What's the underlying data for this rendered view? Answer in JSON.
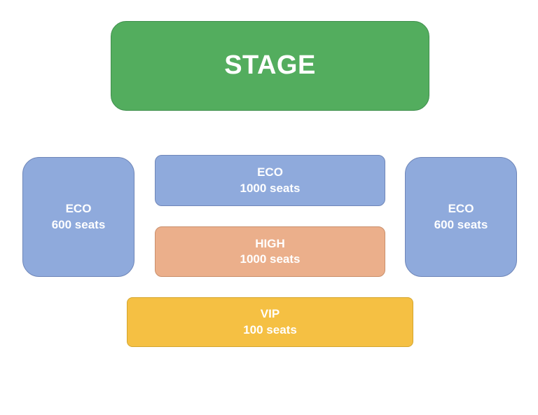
{
  "sections": {
    "stage": {
      "label": "STAGE",
      "color": "#53ad5e"
    },
    "eco_left": {
      "label": "ECO",
      "seats": "600 seats",
      "color": "#8faadc"
    },
    "eco_center": {
      "label": "ECO",
      "seats": "1000 seats",
      "color": "#8faadc"
    },
    "eco_right": {
      "label": "ECO",
      "seats": "600 seats",
      "color": "#8faadc"
    },
    "high": {
      "label": "HIGH",
      "seats": "1000 seats",
      "color": "#ebaf8b"
    },
    "vip": {
      "label": "VIP",
      "seats": "100 seats",
      "color": "#f5c043"
    }
  }
}
